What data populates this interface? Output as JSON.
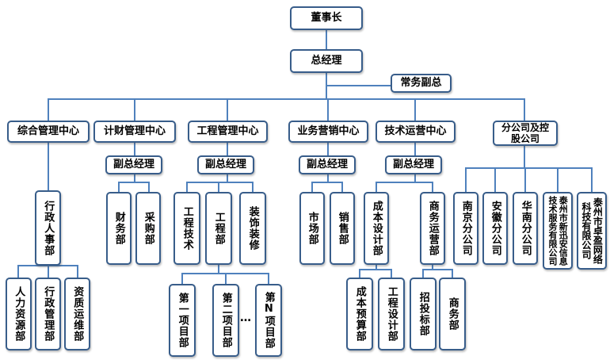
{
  "chairman": "董事长",
  "general_manager": "总经理",
  "executive_vp": "常务副总",
  "centers": {
    "general_management": "综合管理中心",
    "planning_finance": "计财管理中心",
    "engineering_management": "工程管理中心",
    "business_marketing": "业务营销中心",
    "technical_operations": "技术运营中心",
    "subsidiaries": "分公司及控股公司"
  },
  "vice_gm_label": "副总经理",
  "departments": {
    "admin_hr": "行政人事部",
    "human_resources": "人力资源部",
    "admin_management": "行政管理部",
    "qualification_ops": "资质运维部",
    "finance": "财务部",
    "procurement": "采购部",
    "engineering_tech": "工程技术",
    "engineering": "工程部",
    "decoration": "装饰装修",
    "project_1": "第一项目部",
    "project_2": "第二项目部",
    "project_n": "第N项目部",
    "ellipsis": "…",
    "market": "市场部",
    "sales": "销售部",
    "cost_design": "成本设计部",
    "business_ops": "商务运营部",
    "cost_budget": "成本预算部",
    "engineering_design": "工程设计部",
    "bidding": "招投标部",
    "commerce": "商务部",
    "nanjing_branch": "南京分公司",
    "anhui_branch": "安徽分公司",
    "huanan_branch": "华南分公司",
    "taizhou_xinxun": "泰州市新迅安信息技术服务有限公司",
    "taizhou_zhuoying": "泰州市卓盈网络科技有限公司"
  }
}
